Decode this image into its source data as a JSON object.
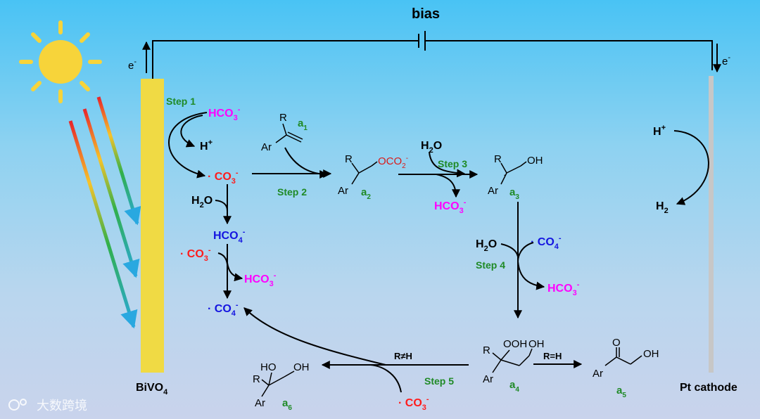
{
  "labels": {
    "bias": "bias",
    "electron_left": "e",
    "electron_right": "e",
    "anode": "BiVO",
    "anode_sub": "4",
    "cathode": "Pt cathode",
    "step1": "Step 1",
    "step2": "Step 2",
    "step3": "Step 3",
    "step4": "Step 4",
    "step5": "Step 5",
    "watermark": "大数跨境"
  },
  "species": {
    "hco3": "HCO",
    "co3": "CO",
    "co4": "CO",
    "hco4": "HCO",
    "water": "H",
    "proton": "H",
    "hydrogen": "H",
    "r_ne_h": "R≠H",
    "r_eq_h": "R=H"
  },
  "compounds": {
    "a1": "a",
    "a2": "a",
    "a3": "a",
    "a4": "a",
    "a5": "a",
    "a6": "a"
  },
  "colors": {
    "electrode": "#f0da44",
    "cathode": "#c7c7c7",
    "sun": "#f7d43a",
    "step_green": "#1f8a26",
    "bicarbonate_magenta": "#ff00ff",
    "carbonate_radical_red": "#ff1b1b",
    "percarbonate_blue": "#1414e0"
  }
}
